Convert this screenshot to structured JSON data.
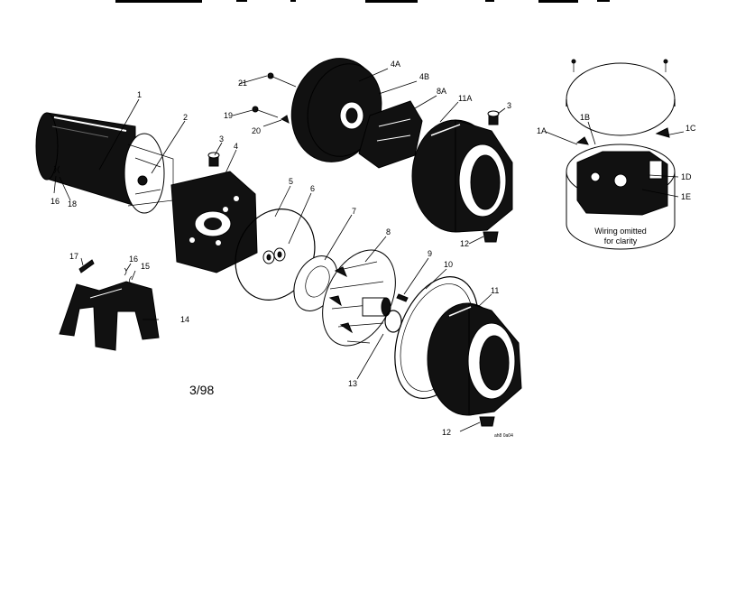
{
  "labels": {
    "l1": "1",
    "l2": "2",
    "l3a": "3",
    "l3b": "3",
    "l4": "4",
    "l4a": "4A",
    "l4b": "4B",
    "l5": "5",
    "l6": "6",
    "l7": "7",
    "l8": "8",
    "l8a": "8A",
    "l9": "9",
    "l10": "10",
    "l11": "11",
    "l11a": "11A",
    "l12a": "12",
    "l12b": "12",
    "l13": "13",
    "l14": "14",
    "l15": "15",
    "l16a": "16",
    "l16b": "16",
    "l17": "17",
    "l18a": "18",
    "l19": "19",
    "l20": "20",
    "l21": "21",
    "l1a": "1A",
    "l1b": "1B",
    "l1c": "1C",
    "l1d": "1D",
    "l1e": "1E"
  },
  "note_line1": "Wiring omitted",
  "note_line2": "for clarity",
  "date": "3/98",
  "drawing_code": "ah8 0a04"
}
